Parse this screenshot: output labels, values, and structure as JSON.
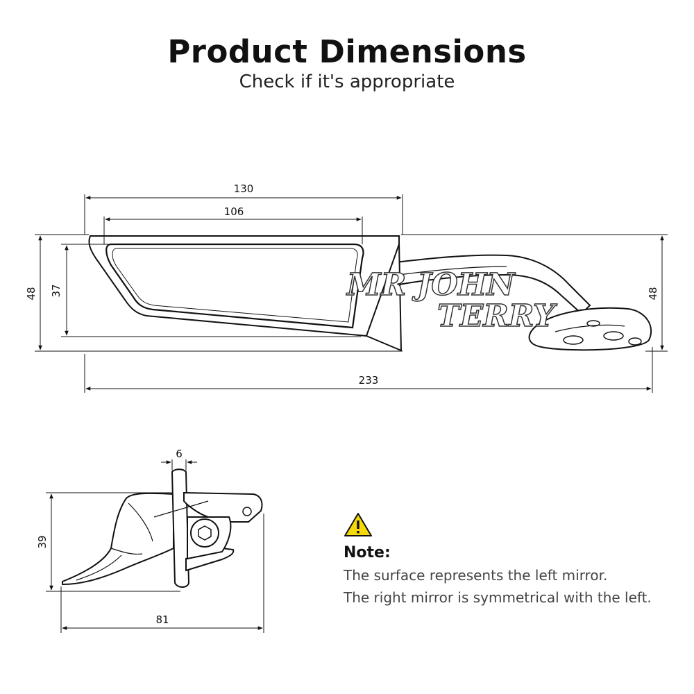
{
  "header": {
    "title": "Product Dimensions",
    "subtitle": "Check if it's appropriate"
  },
  "dimensions": {
    "top_width_outer": "130",
    "top_width_inner": "106",
    "left_height_outer": "48",
    "left_height_inner": "37",
    "right_height": "48",
    "total_length": "233",
    "side_thickness": "6",
    "side_height": "39",
    "side_width": "81"
  },
  "watermark": {
    "line1": "MR JOHN",
    "line2": "TERRY"
  },
  "note": {
    "icon": "warning-triangle-icon",
    "title": "Note:",
    "line1": "The surface represents the left mirror.",
    "line2": "The right mirror is symmetrical with the left."
  },
  "colors": {
    "warning_fill": "#f5d90a",
    "line": "#111111"
  }
}
